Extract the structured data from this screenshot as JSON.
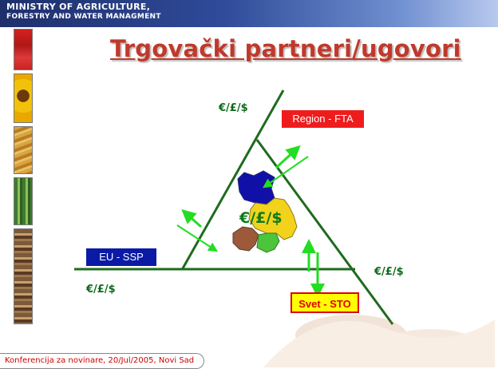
{
  "header": {
    "ministry_line1": "MINISTRY OF AGRICULTURE,",
    "ministry_line2": "FORESTRY AND WATER MANAGMENT"
  },
  "slide": {
    "title": "Trgovački partneri/ugovori"
  },
  "labels": {
    "region": "Region - FTA",
    "eu": "EU - SSP",
    "svet": "Svet - STO"
  },
  "currency": {
    "top": "€/£/$",
    "center": "€/£/$",
    "right": "€/£/$",
    "bottom_left": "€/£/$"
  },
  "footer": {
    "text": "Konferencija za novinare, 20/Jul/2005, Novi Sad"
  },
  "colors": {
    "line": "#1f6b1f",
    "arrow": "#22dd22",
    "title": "#c0392b",
    "region_box": "#ee1c1c",
    "eu_box": "#0a1aa5",
    "svet_box": "#ffff00"
  }
}
